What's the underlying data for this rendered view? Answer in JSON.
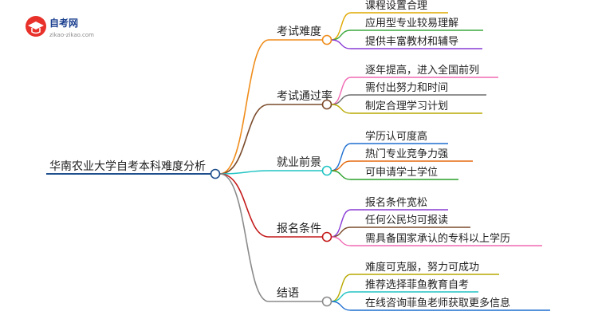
{
  "logo": {
    "name": "自考网",
    "domain": "zikao-zikao.com"
  },
  "root": {
    "label": "华南农业大学自考本科难度分析",
    "color": "#1f4e8c"
  },
  "branches": [
    {
      "label": "考试难度",
      "color": "#f08c1a",
      "children": [
        {
          "label": "课程设置合理",
          "color": "#e0a800"
        },
        {
          "label": "应用型专业较易理解",
          "color": "#3aa83a"
        },
        {
          "label": "提供丰富教材和辅导",
          "color": "#8a3ad6"
        }
      ]
    },
    {
      "label": "考试通过率",
      "color": "#7a4a2a",
      "children": [
        {
          "label": "逐年提高，进入全国前列",
          "color": "#f06ab4"
        },
        {
          "label": "需付出努力和时间",
          "color": "#6e6e6e"
        },
        {
          "label": "制定合理学习计划",
          "color": "#b8a800"
        }
      ]
    },
    {
      "label": "就业前景",
      "color": "#22c4c4",
      "children": [
        {
          "label": "学历认可度高",
          "color": "#1f6fd1"
        },
        {
          "label": "热门专业竞争力强",
          "color": "#e66a10"
        },
        {
          "label": "可申请学士学位",
          "color": "#2aa02a"
        }
      ]
    },
    {
      "label": "报名条件",
      "color": "#c41a1a",
      "children": [
        {
          "label": "报名条件宽松",
          "color": "#8a3ad6"
        },
        {
          "label": "任何公民均可报读",
          "color": "#7a4a2a"
        },
        {
          "label": "需具备国家承认的专科以上学历",
          "color": "#f06ab4"
        }
      ]
    },
    {
      "label": "结语",
      "color": "#8a8a8a",
      "children": [
        {
          "label": "难度可克服，努力可成功",
          "color": "#b8a800"
        },
        {
          "label": "推荐选择菲鱼教育自考",
          "color": "#22c4c4"
        },
        {
          "label": "在线咨询菲鱼老师获取更多信息",
          "color": "#1f6fd1"
        }
      ]
    }
  ]
}
